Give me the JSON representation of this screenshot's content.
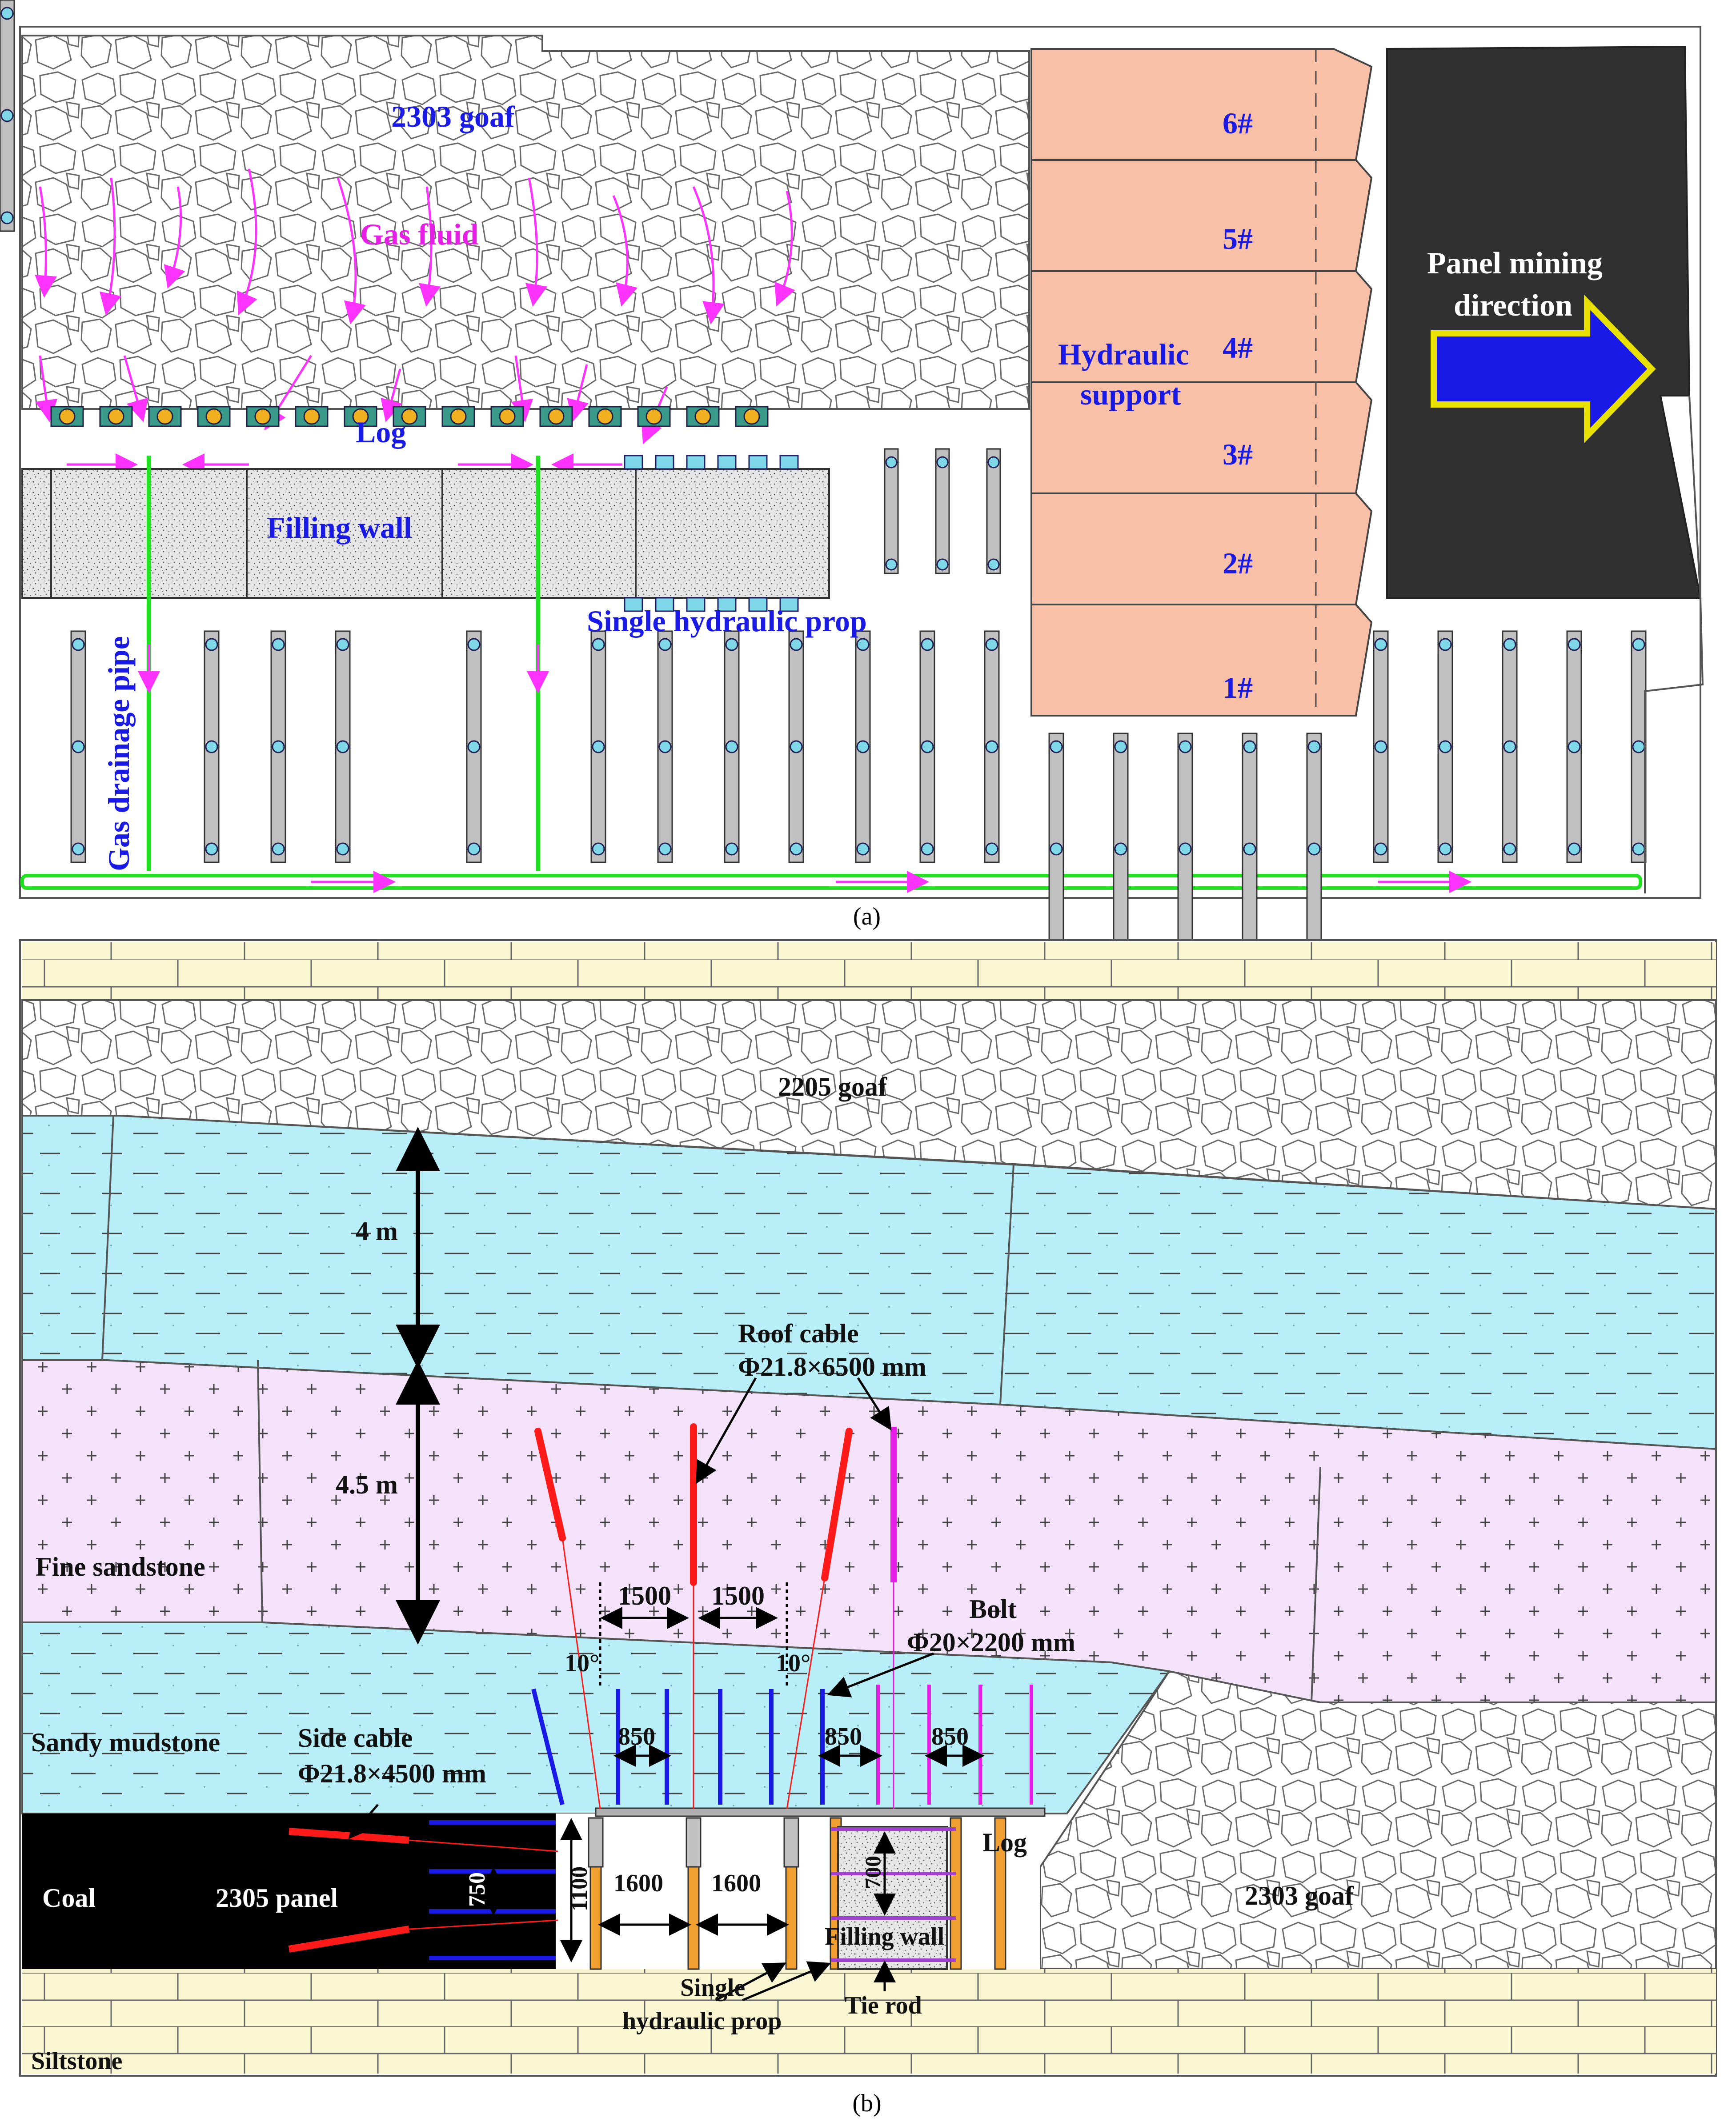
{
  "panel_a": {
    "caption": "(a)",
    "labels": {
      "goaf": "2303 goaf",
      "gas_fluid": "Gas fluid",
      "log": "Log",
      "filling_wall": "Filling wall",
      "single_prop": "Single hydraulic prop",
      "gas_pipe": "Gas drainage pipe",
      "hydraulic_support": "Hydraulic support",
      "mining_direction_line1": "Panel mining",
      "mining_direction_line2": "direction"
    },
    "supports": [
      "6#",
      "5#",
      "4#",
      "3#",
      "2#",
      "1#"
    ]
  },
  "panel_b": {
    "caption": "(b)",
    "labels": {
      "goaf_top": "2205 goaf",
      "thickness_1": "4 m",
      "thickness_2": "4.5 m",
      "roof_cable_1": "Roof cable",
      "roof_cable_2": "Φ21.8×6500 mm",
      "fine_sandstone": "Fine sandstone",
      "spacing_1500_a": "1500",
      "spacing_1500_b": "1500",
      "angle_left": "10°",
      "angle_right": "10°",
      "bolt_1": "Bolt",
      "bolt_2": "Φ20×2200 mm",
      "sandy_mudstone": "Sandy mudstone",
      "side_cable_1": "Side cable",
      "side_cable_2": "Φ21.8×4500 mm",
      "spacing_850_a": "850",
      "spacing_850_b": "850",
      "spacing_850_c": "850",
      "log": "Log",
      "goaf_right": "2303 goaf",
      "coal": "Coal",
      "panel": "2305 panel",
      "dim_750": "750",
      "dim_1100": "1100",
      "dim_1600_a": "1600",
      "dim_1600_b": "1600",
      "dim_700": "700",
      "filling_wall": "Filling wall",
      "single_prop_1": "Single",
      "single_prop_2": "hydraulic prop",
      "tie_rod": "Tie rod",
      "siltstone": "Siltstone"
    }
  },
  "colors": {
    "hydraulic_support": "#f9c0a8",
    "mining_face": "#303030",
    "arrow": "#1a1ae6",
    "gas_pipe": "#22e022",
    "gas_flow": "#ff33ff",
    "roof_cable": "#ff1a1a",
    "bolt": "#1a1ae6",
    "sandstone_band": "#b8eef8",
    "fine_sandstone": "#f3e2fa",
    "siltstone": "#fbf6d2",
    "prop": "#f0a030"
  }
}
